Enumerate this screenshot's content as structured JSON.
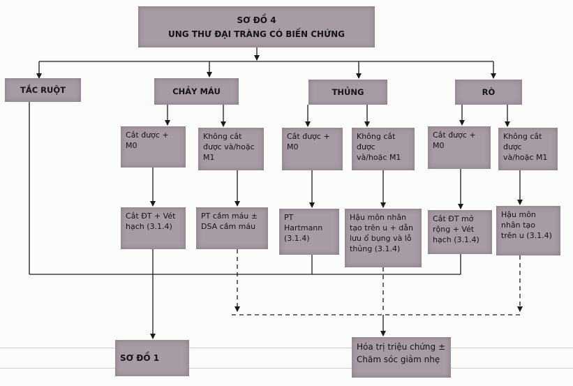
{
  "title": {
    "line1": "SƠ ĐỒ 4",
    "line2": "UNG THƯ ĐẠI TRÀNG CÓ BIẾN CHỨNG"
  },
  "categories": {
    "tac_ruot": "TẮC RUỘT",
    "chay_mau": "CHẢY MÁU",
    "thung": "THỦNG",
    "ro": "RÒ"
  },
  "conditions": {
    "chay_mau_resectable": "Cắt được +\nM0",
    "chay_mau_unresectable": "Không cắt\nđược và/hoặc\nM1",
    "thung_resectable": "Cắt được +\nM0",
    "thung_unresectable": "Không cắt\nđược\nvà/hoặc M1",
    "ro_resectable": "Cắt được +\nM0",
    "ro_unresectable": "Không cắt\nđược\nvà/hoặc M1"
  },
  "treatments": {
    "chay_mau_resectable": "Cắt ĐT + Vét\nhạch (3.1.4)",
    "chay_mau_unresectable": "PT cầm máu ±\nDSA cầm máu",
    "thung_resectable": "PT\nHartmann\n(3.1.4)",
    "thung_unresectable": "Hậu môn nhân\ntạo trên u + dẫn\nlưu ổ bụng và lỗ\nthủng (3.1.4)",
    "ro_resectable": "Cắt ĐT mở\nrộng + Vét\nhạch (3.1.4)",
    "ro_unresectable": "Hậu môn\nnhân tạo\ntrên u (3.1.4)"
  },
  "outcomes": {
    "so_do_1": "SƠ ĐỒ 1",
    "palliative": "Hóa trị triệu chứng ±\nChăm sóc giảm nhẹ"
  },
  "colors": {
    "box_fill": "#a79ba4",
    "line": "#1a1a1a",
    "text": "#141414"
  }
}
